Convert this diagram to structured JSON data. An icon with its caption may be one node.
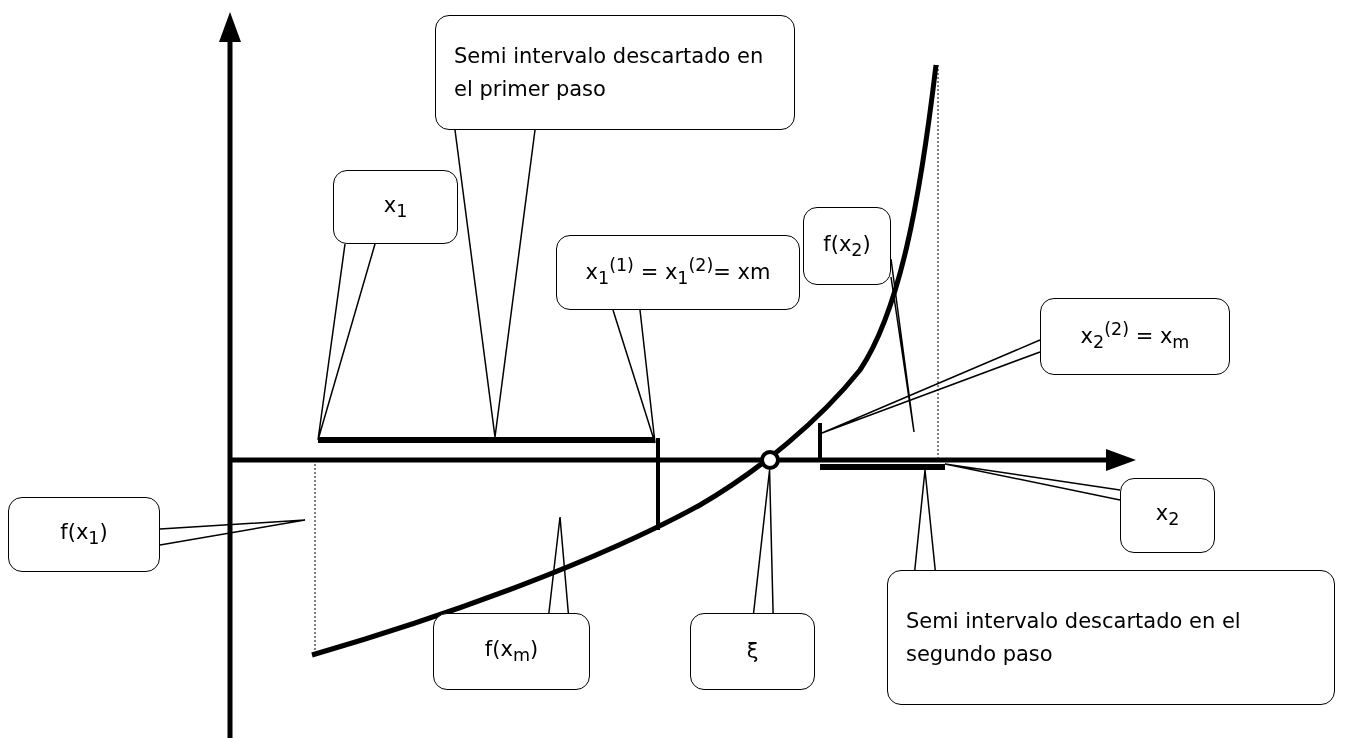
{
  "diagram": {
    "nodes": [
      {
        "text": [
          "Semi intervalo descartado en el primer paso"
        ]
      },
      {
        "text": [
          "x$_{1}$"
        ]
      },
      {
        "text": [
          "f(x$_{2}$)"
        ]
      },
      {
        "text": [
          "x$_{1}$$^{(1)}$ = x$_{1}$$^{(2)}$= xm"
        ]
      },
      {
        "text": [
          "x$_{2}$$^{(2)}$ = x$_{m}$"
        ]
      },
      {
        "text": [
          "f(x$_{1}$)"
        ]
      },
      {
        "text": [
          "x$_{2}$"
        ]
      },
      {
        "text": [
          "f(x$_{m}$)"
        ]
      },
      {
        "text": [
          "ξ"
        ]
      },
      {
        "text": [
          "Semi intervalo descartado en el segundo paso"
        ]
      },
      {
        "text": [],
        "shape": "bar"
      },
      {
        "text": [],
        "shape": "circle"
      },
      {
        "text": [],
        "shape": "bar"
      }
    ],
    "edges": [
      {
        "from": 0,
        "to": 10,
        "arrow": "none"
      },
      {
        "from": 1,
        "to": 10,
        "arrow": "none"
      },
      {
        "from": 2,
        "to": null,
        "arrow": "none"
      },
      {
        "from": 3,
        "to": 10,
        "arrow": "none"
      },
      {
        "from": 4,
        "to": null,
        "arrow": "none"
      },
      {
        "from": 5,
        "to": null,
        "arrow": "none"
      },
      {
        "from": 6,
        "to": 12,
        "arrow": "none"
      },
      {
        "from": 7,
        "to": null,
        "arrow": "none"
      },
      {
        "from": 8,
        "to": 11,
        "arrow": "none"
      },
      {
        "from": 9,
        "to": 12,
        "arrow": "none"
      }
    ]
  }
}
